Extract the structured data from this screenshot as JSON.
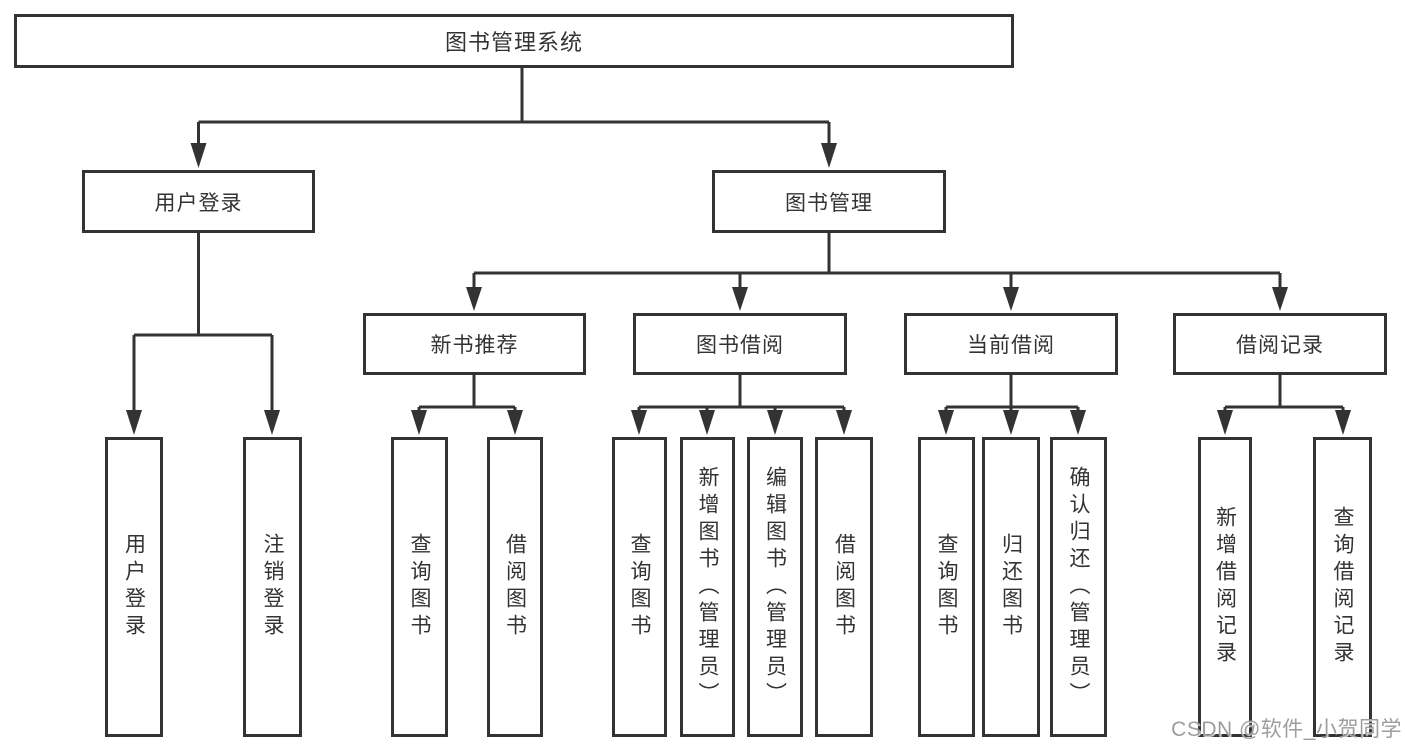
{
  "style": {
    "line_color": "#333333",
    "box_border_color": "#333333",
    "text_color": "#333333",
    "watermark_color": "#9d9d9d",
    "background": "#ffffff"
  },
  "watermark": {
    "text": "CSDN @软件_小贺同学"
  },
  "tree": {
    "root": {
      "label": "图书管理系统",
      "children": [
        {
          "label": "用户登录",
          "children": [
            {
              "label": "用户登录"
            },
            {
              "label": "注销登录"
            }
          ]
        },
        {
          "label": "图书管理",
          "children": [
            {
              "label": "新书推荐",
              "children": [
                {
                  "label": "查询图书"
                },
                {
                  "label": "借阅图书"
                }
              ]
            },
            {
              "label": "图书借阅",
              "children": [
                {
                  "label": "查询图书"
                },
                {
                  "label": "新增图书（管理员）"
                },
                {
                  "label": "编辑图书（管理员）"
                },
                {
                  "label": "借阅图书"
                }
              ]
            },
            {
              "label": "当前借阅",
              "children": [
                {
                  "label": "查询图书"
                },
                {
                  "label": "归还图书"
                },
                {
                  "label": "确认归还（管理员）"
                }
              ]
            },
            {
              "label": "借阅记录",
              "children": [
                {
                  "label": "新增借阅记录"
                },
                {
                  "label": "查询借阅记录"
                }
              ]
            }
          ]
        }
      ]
    }
  }
}
